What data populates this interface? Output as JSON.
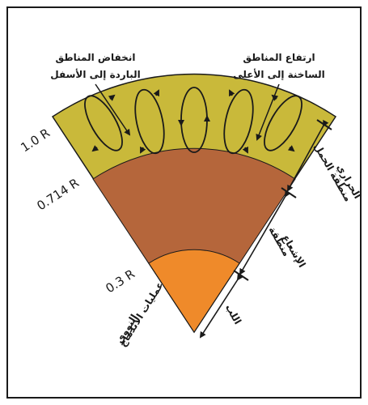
{
  "colors": {
    "convective": "#c9b93a",
    "radiative": "#b5663b",
    "core": "#ef8a2a",
    "outline": "#1a1a1a",
    "frame": "#1a1a1a"
  },
  "radius_labels": {
    "outer": "1.0 R",
    "middle": "0.714 R",
    "inner": "0.3 R"
  },
  "flow_labels": {
    "sinking_line1": "انخفاض المناطق",
    "sinking_line2": "الباردة إلى الأسفل",
    "rising_line1": "ارتفاع المناطق",
    "rising_line2": "الساخنة إلى الأعلى"
  },
  "zone_labels": {
    "convective_line1": "منطقة الحمل",
    "convective_line2": "الحراري",
    "radiative_line1": "منطقة",
    "radiative_line2": "الإشعاع",
    "core": "اللب",
    "fusion_line1": "عمليات الاندماج",
    "fusion_line2": "النووي"
  },
  "icons": {
    "convection_loop": "convection-loop-icon",
    "dimension_arrow": "double-arrow-icon"
  }
}
